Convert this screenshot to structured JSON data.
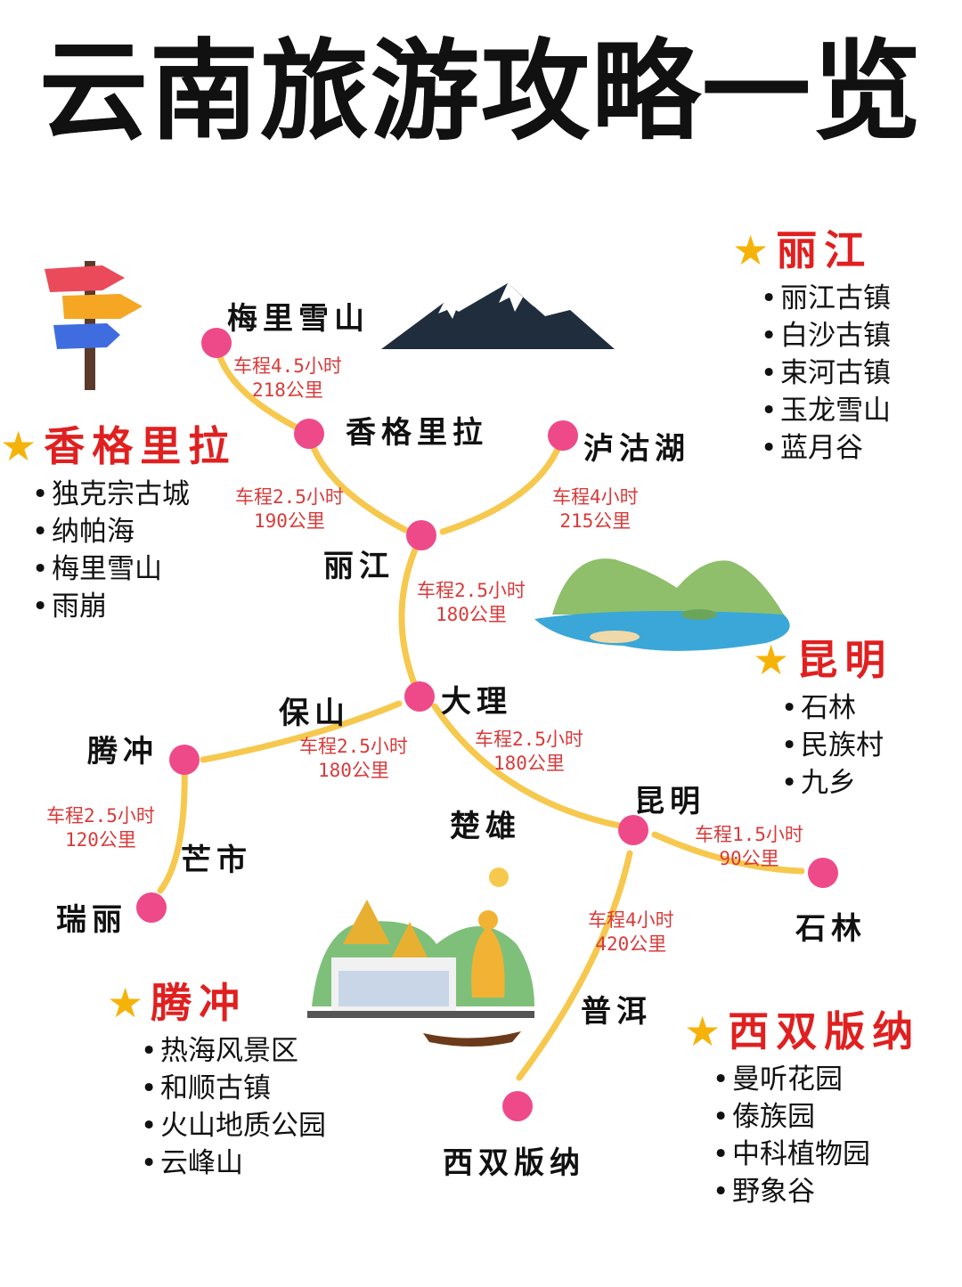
{
  "title": "云南旅游攻略一览",
  "colors": {
    "route": "#f6c84e",
    "node": "#ee4a8a",
    "panel_title": "#e02020",
    "distance_text": "#d93a3a",
    "star": "#f5b30a"
  },
  "cities": {
    "meili": "梅里雪山",
    "shangri": "香格里拉",
    "lugu": "泸沽湖",
    "lijiang": "丽江",
    "dali": "大理",
    "baoshan": "保山",
    "tengchong": "腾冲",
    "mangshi": "芒市",
    "ruili": "瑞丽",
    "chuxiong": "楚雄",
    "kunming": "昆明",
    "shilin": "石林",
    "puer": "普洱",
    "xsbn": "西双版纳"
  },
  "routes": [
    {
      "time": "车程4.5小时",
      "distance": "218公里"
    },
    {
      "time": "车程2.5小时",
      "distance": "190公里"
    },
    {
      "time": "车程4小时",
      "distance": "215公里"
    },
    {
      "time": "车程2.5小时",
      "distance": "180公里"
    },
    {
      "time": "车程2.5小时",
      "distance": "180公里"
    },
    {
      "time": "车程2.5小时",
      "distance": "180公里"
    },
    {
      "time": "车程2.5小时",
      "distance": "120公里"
    },
    {
      "time": "车程1.5小时",
      "distance": "90公里"
    },
    {
      "time": "车程4小时",
      "distance": "420公里"
    }
  ],
  "panels": {
    "lijiang": {
      "title": "丽江",
      "items": [
        "丽江古镇",
        "白沙古镇",
        "束河古镇",
        "玉龙雪山",
        "蓝月谷"
      ]
    },
    "shangri": {
      "title": "香格里拉",
      "items": [
        "独克宗古城",
        "纳帕海",
        "梅里雪山",
        "雨崩"
      ]
    },
    "kunming": {
      "title": "昆明",
      "items": [
        "石林",
        "民族村",
        "九乡"
      ]
    },
    "tengchong": {
      "title": "腾冲",
      "items": [
        "热海风景区",
        "和顺古镇",
        "火山地质公园",
        "云峰山"
      ]
    },
    "xsbn": {
      "title": "西双版纳",
      "items": [
        "曼听花园",
        "傣族园",
        "中科植物园",
        "野象谷"
      ]
    }
  },
  "icons": {
    "bullet": "•",
    "star": "★",
    "signpost": "signpost-icon",
    "mountain": "mountain-icon",
    "lake": "lake-icon",
    "temple": "temple-icon"
  }
}
